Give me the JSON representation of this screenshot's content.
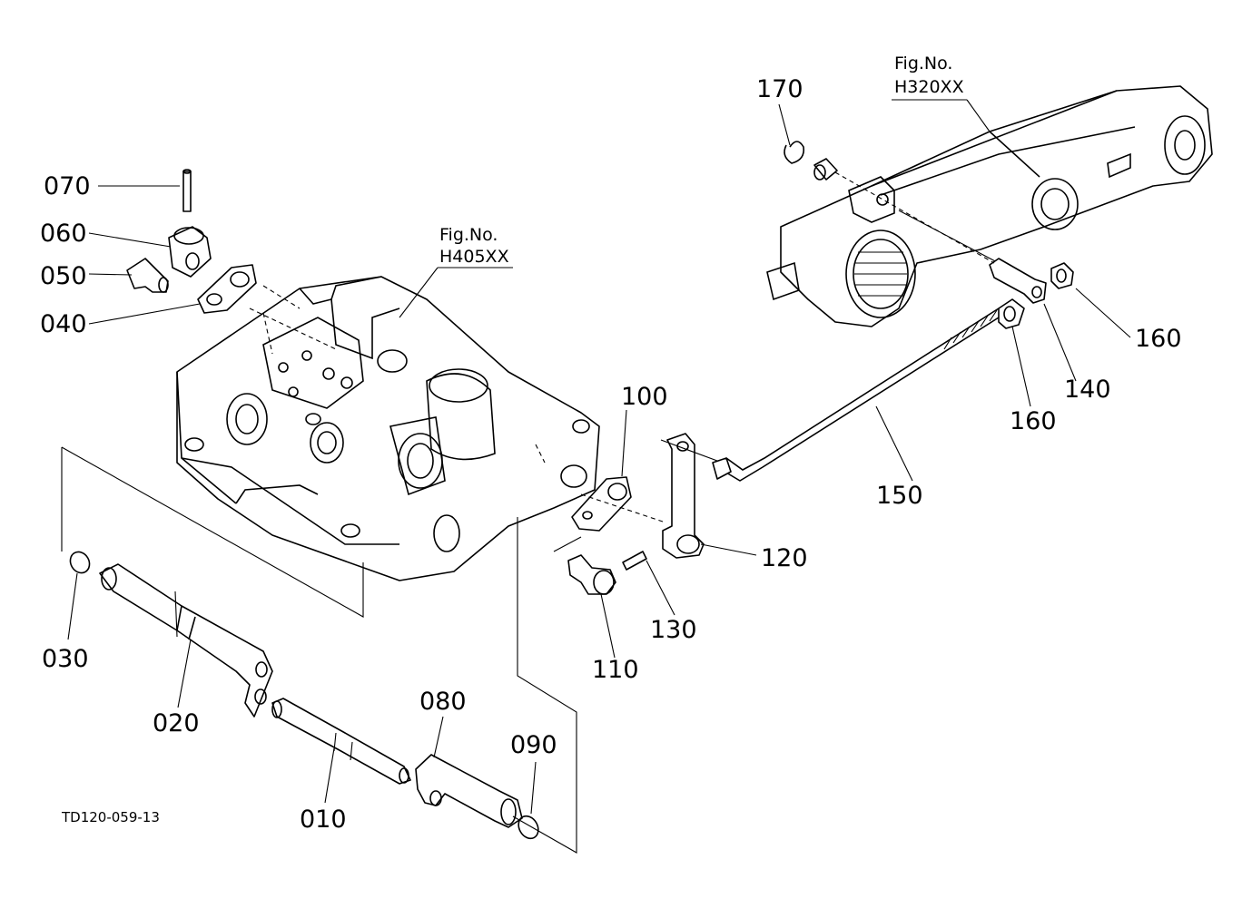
{
  "drawing_code": "TD120-059-13",
  "figure_refs": [
    {
      "id": "fig-h405",
      "line1": "Fig.No.",
      "line2": "H405XX"
    },
    {
      "id": "fig-h320",
      "line1": "Fig.No.",
      "line2": "H320XX"
    }
  ],
  "callouts": [
    "010",
    "020",
    "030",
    "040",
    "050",
    "060",
    "070",
    "080",
    "090",
    "100",
    "110",
    "120",
    "130",
    "140",
    "150",
    "160",
    "160",
    "170"
  ]
}
